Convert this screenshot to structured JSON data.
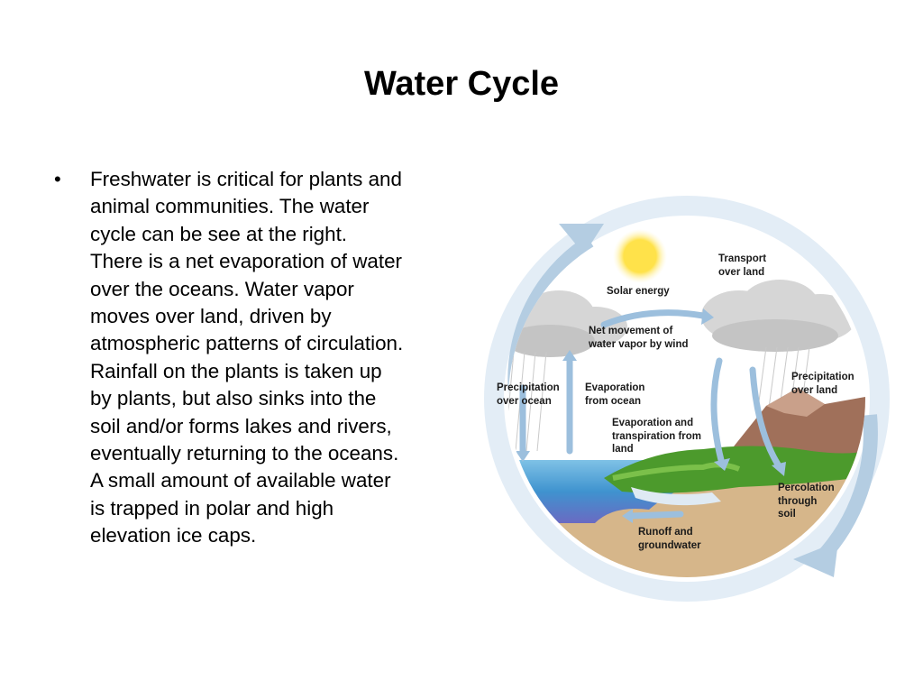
{
  "slide": {
    "title": "Water Cycle",
    "bullet_symbol": "•",
    "bullet_lines": [
      "Freshwater is critical for plants and",
      "animal communities.  The water",
      "cycle can be see at the right.",
      "There is a net evaporation of water",
      "over the oceans.  Water vapor",
      "moves over land, driven by",
      "atmospheric patterns of circulation.",
      "Rainfall on the plants is taken up",
      "by plants, but also sinks into the",
      "soil and/or forms lakes and rivers,",
      "eventually returning to the oceans.",
      "A small amount of available water",
      "is trapped in polar and high",
      "elevation ice caps."
    ]
  },
  "diagram": {
    "labels": {
      "transport_line1": "Transport",
      "transport_line2": "over land",
      "solar": "Solar energy",
      "net_line1": "Net movement of",
      "net_line2": "water vapor by wind",
      "precip_ocean_line1": "Precipitation",
      "precip_ocean_line2": "over ocean",
      "evap_ocean_line1": "Evaporation",
      "evap_ocean_line2": "from ocean",
      "precip_land_line1": "Precipitation",
      "precip_land_line2": "over land",
      "evap_land_line1": "Evaporation and",
      "evap_land_line2": "transpiration from",
      "evap_land_line3": "land",
      "percolation_line1": "Percolation",
      "percolation_line2": "through",
      "percolation_line3": "soil",
      "runoff_line1": "Runoff and",
      "runoff_line2": "groundwater"
    },
    "colors": {
      "arrow": "#a9c6de",
      "ocean": "#3e8ec9",
      "land": "#d8b98a",
      "vegetation": "#4c9a2c",
      "sun": "#ffe24a",
      "cloud": "#d9d9d9",
      "mountain": "#a0705a"
    }
  }
}
